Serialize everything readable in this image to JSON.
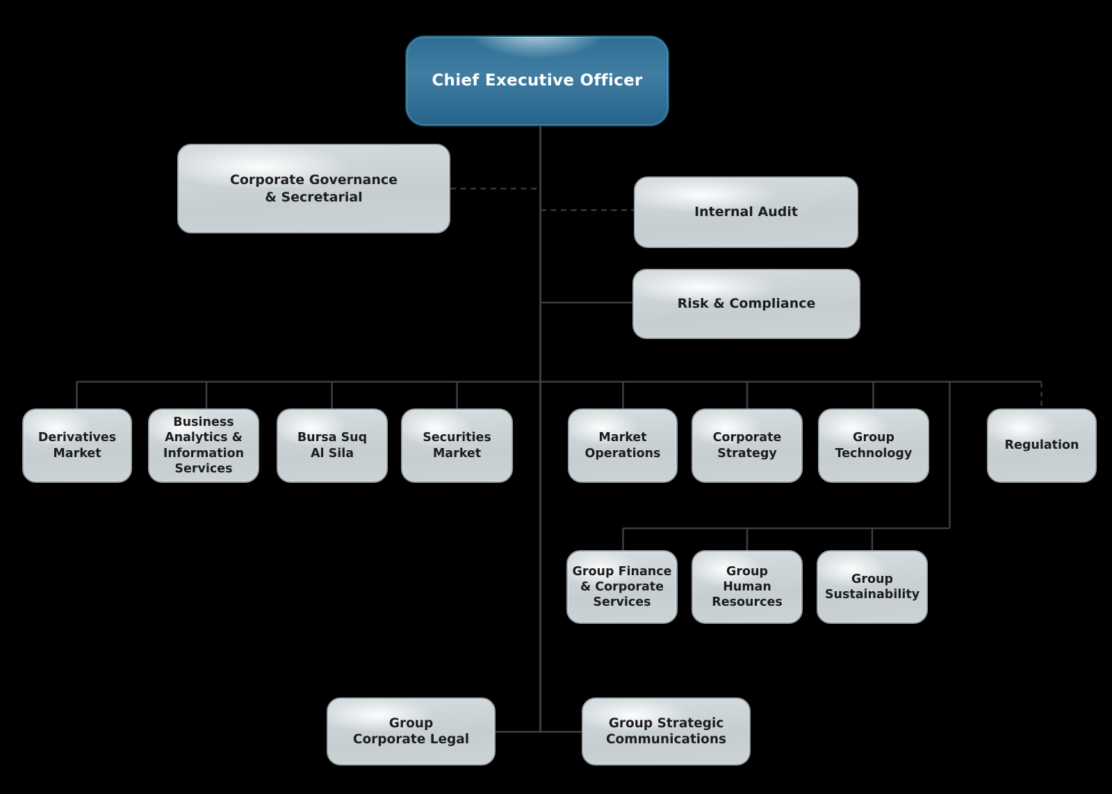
{
  "background_color": "#000000",
  "palette": {
    "ceo_box_main": "#2f6f94",
    "ceo_box_dark": "#195574",
    "ceo_text": "#ffffff",
    "box_fill": "#ccd3d6",
    "box_highlight": "#ffffff",
    "box_border": "#99a1a5",
    "box_text": "#1d1d1d",
    "connector_line": "#3e3e3e"
  },
  "nodes": {
    "ceo": {
      "label": "Chief Executive Officer"
    },
    "corporate_governance": {
      "label": "Corporate Governance\n& Secretarial"
    },
    "internal_audit": {
      "label": "Internal Audit"
    },
    "risk_compliance": {
      "label": "Risk & Compliance"
    },
    "derivatives_market": {
      "label": "Derivatives\nMarket"
    },
    "business_analytics": {
      "label": "Business\nAnalytics &\nInformation\nServices"
    },
    "bursa_suq": {
      "label": "Bursa Suq\nAl Sila"
    },
    "securities_market": {
      "label": "Securities\nMarket"
    },
    "market_operations": {
      "label": "Market\nOperations"
    },
    "corporate_strategy": {
      "label": "Corporate\nStrategy"
    },
    "group_technology": {
      "label": "Group\nTechnology"
    },
    "regulation": {
      "label": "Regulation"
    },
    "group_finance": {
      "label": "Group Finance\n& Corporate\nServices"
    },
    "group_human_resources": {
      "label": "Group\nHuman\nResources"
    },
    "group_sustainability": {
      "label": "Group\nSustainability"
    },
    "group_corporate_legal": {
      "label": "Group\nCorporate Legal"
    },
    "group_strategic_communications": {
      "label": "Group Strategic\nCommunications"
    }
  },
  "connections": [
    {
      "from": "ceo",
      "to": "corporate_governance",
      "style": "dashed"
    },
    {
      "from": "ceo",
      "to": "internal_audit",
      "style": "dashed"
    },
    {
      "from": "ceo",
      "to": "risk_compliance",
      "style": "solid"
    },
    {
      "from": "ceo",
      "to": "derivatives_market",
      "style": "solid"
    },
    {
      "from": "ceo",
      "to": "business_analytics",
      "style": "solid"
    },
    {
      "from": "ceo",
      "to": "bursa_suq",
      "style": "solid"
    },
    {
      "from": "ceo",
      "to": "securities_market",
      "style": "solid"
    },
    {
      "from": "ceo",
      "to": "market_operations",
      "style": "solid"
    },
    {
      "from": "ceo",
      "to": "corporate_strategy",
      "style": "solid"
    },
    {
      "from": "ceo",
      "to": "group_technology",
      "style": "solid"
    },
    {
      "from": "ceo",
      "to": "regulation",
      "style": "dashed"
    },
    {
      "from": "ceo",
      "to": "group_finance",
      "style": "solid"
    },
    {
      "from": "ceo",
      "to": "group_human_resources",
      "style": "solid"
    },
    {
      "from": "ceo",
      "to": "group_sustainability",
      "style": "solid"
    },
    {
      "from": "ceo",
      "to": "group_corporate_legal",
      "style": "solid"
    },
    {
      "from": "ceo",
      "to": "group_strategic_communications",
      "style": "solid"
    }
  ]
}
